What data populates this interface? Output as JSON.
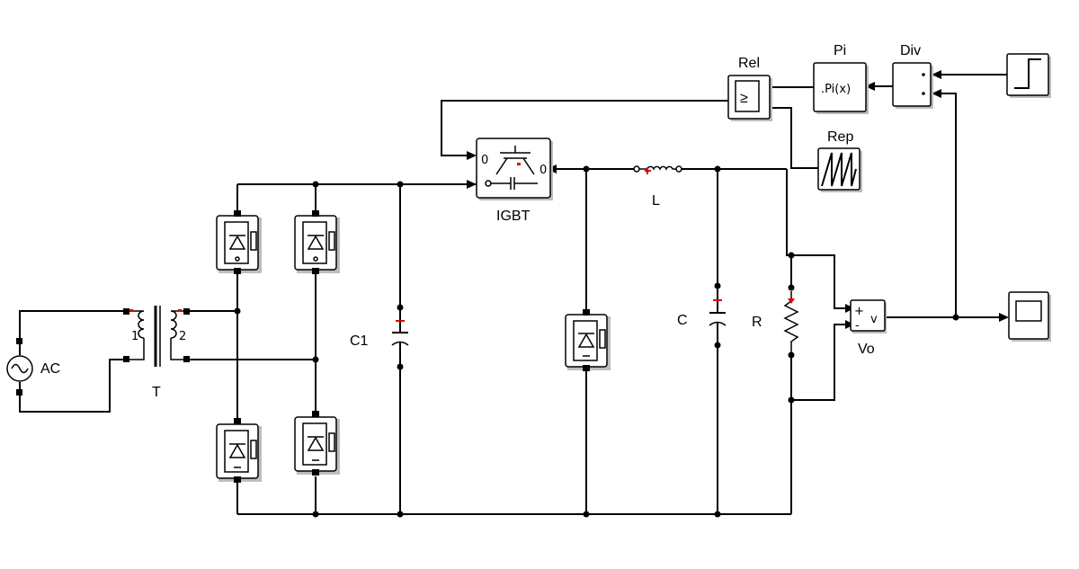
{
  "labels": {
    "ac": "AC",
    "transformer": "T",
    "transformer_pin1": "1",
    "transformer_pin2": "2",
    "c1": "C1",
    "igbt": "IGBT",
    "igbt_port_left": "0",
    "igbt_port_right": "0",
    "inductor": "L",
    "capacitor": "C",
    "resistor": "R",
    "voltmeter": "Vo",
    "voltmeter_v": "v",
    "voltmeter_plus": "+",
    "voltmeter_minus": "-",
    "relational": "Rel",
    "relational_op": "≥",
    "pi": "Pi",
    "pi_fn": ".Pi(x)",
    "div": "Div",
    "repeating": "Rep"
  },
  "colors": {
    "wire": "#000000",
    "block_border": "#000000",
    "block_shadow": "#bdbdbd",
    "polarity_marker": "#e00000"
  },
  "icons": {
    "ac_source": "sine-wave-icon",
    "diode_bridge": "diode-icon",
    "step": "step-icon",
    "scope": "scope-icon",
    "sawtooth": "sawtooth-icon"
  }
}
